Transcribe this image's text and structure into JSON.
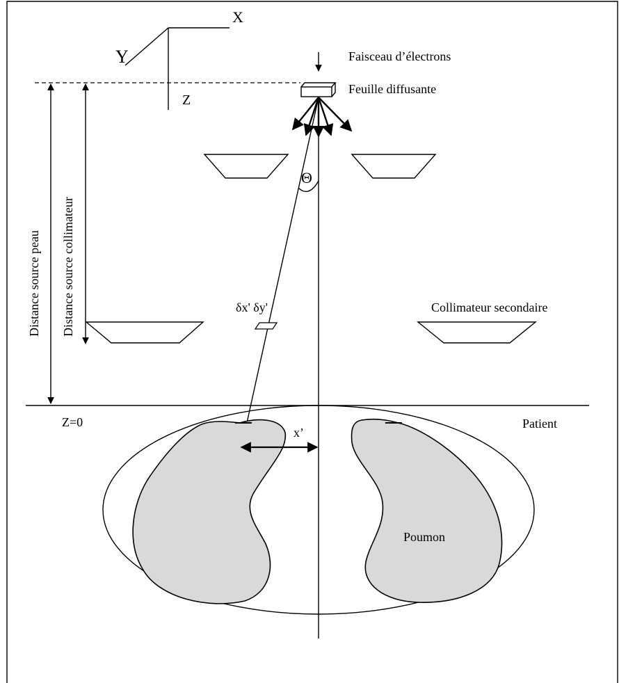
{
  "labels": {
    "axis_x": "X",
    "axis_y": "Y",
    "axis_z": "Z",
    "beam": "Faisceau d’électrons",
    "foil": "Feuille diffusante",
    "theta": "Θ",
    "source_skin": "Distance source peau",
    "source_collimator": "Distance source collimateur",
    "pixel": "δx' δy'",
    "secondary_collimator": "Collimateur secondaire",
    "z0": "Z=0",
    "patient": "Patient",
    "x_prime": "x’",
    "lung": "Poumon"
  },
  "colors": {
    "ink": "#000000",
    "lung_fill": "#d9d9d9",
    "background": "#ffffff"
  }
}
